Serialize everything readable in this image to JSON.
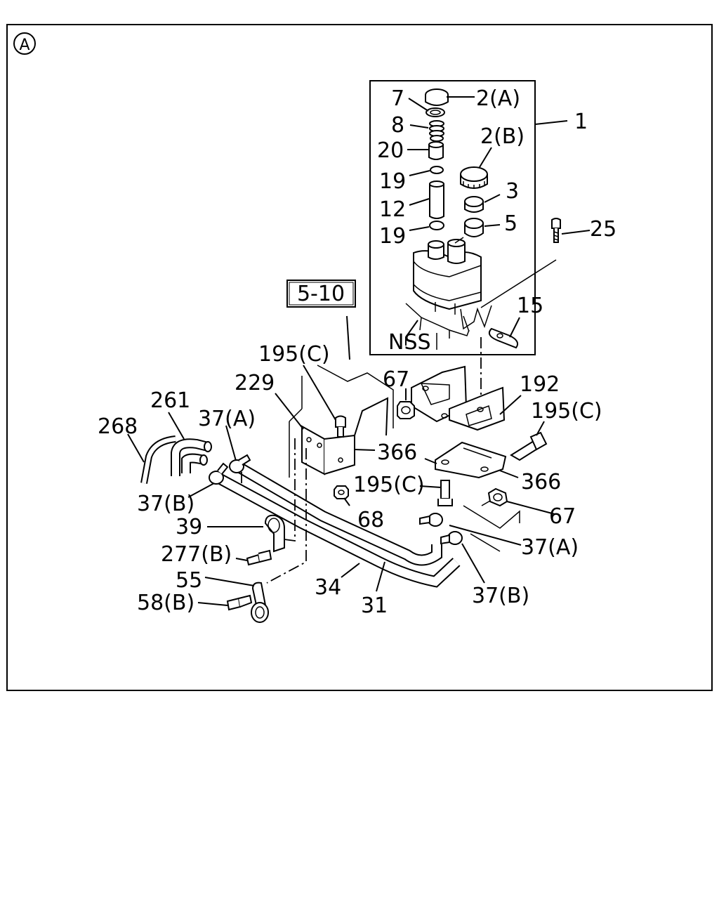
{
  "view_marker": "A",
  "section_ref": "5-10",
  "nss_label": "NSS",
  "callouts": {
    "p7": "7",
    "p2a": "2(A)",
    "p8": "8",
    "p1": "1",
    "p2b": "2(B)",
    "p20": "20",
    "p19a": "19",
    "p3": "3",
    "p12": "12",
    "p25": "25",
    "p5": "5",
    "p19b": "19",
    "p15": "15",
    "p195c_top": "195(C)",
    "p67_top": "67",
    "p229": "229",
    "p192": "192",
    "p261": "261",
    "p195c_right": "195(C)",
    "p268": "268",
    "p37a_left": "37(A)",
    "p366_left": "366",
    "p366_right": "366",
    "p195c_mid": "195(C)",
    "p37b_left": "37(B)",
    "p67_right": "67",
    "p68": "68",
    "p39": "39",
    "p37a_right": "37(A)",
    "p277b": "277(B)",
    "p55": "55",
    "p34": "34",
    "p37b_right": "37(B)",
    "p58b": "58(B)",
    "p31": "31"
  }
}
